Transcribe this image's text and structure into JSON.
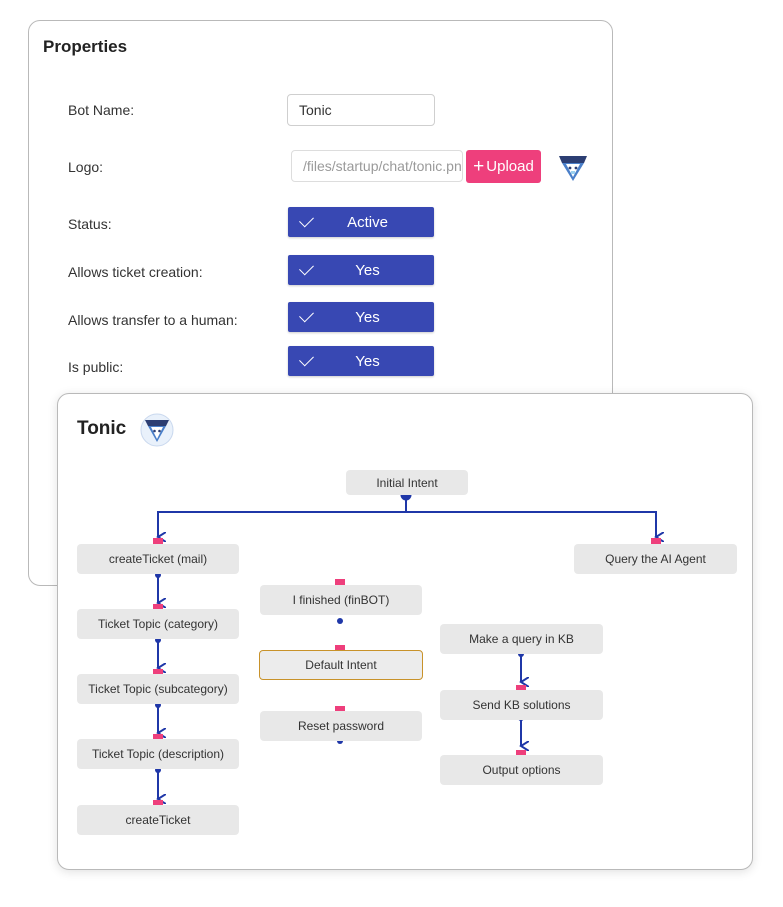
{
  "properties": {
    "title": "Properties",
    "fields": {
      "bot_name": {
        "label": "Bot Name:",
        "value": "Tonic"
      },
      "logo": {
        "label": "Logo:",
        "value": "/files/startup/chat/tonic.png",
        "upload_label": "Upload"
      },
      "status": {
        "label": "Status:",
        "value": "Active"
      },
      "ticket_creation": {
        "label": "Allows ticket creation:",
        "value": "Yes"
      },
      "transfer_human": {
        "label": "Allows transfer to a human:",
        "value": "Yes"
      },
      "is_public": {
        "label": "Is public:",
        "value": "Yes"
      }
    }
  },
  "flow": {
    "title": "Tonic",
    "nodes": {
      "initial_intent": "Initial Intent",
      "create_ticket_mail": "createTicket (mail)",
      "ticket_topic_category": "Ticket Topic (category)",
      "ticket_topic_subcategory": "Ticket Topic (subcategory)",
      "ticket_topic_description": "Ticket Topic (description)",
      "create_ticket": "createTicket",
      "i_finished": "I finished (finBOT)",
      "default_intent": "Default Intent",
      "reset_password": "Reset password",
      "make_query_kb": "Make a query in KB",
      "send_kb_solutions": "Send KB solutions",
      "output_options": "Output options",
      "query_ai_agent": "Query the AI Agent"
    }
  },
  "colors": {
    "accent": "#3848b3",
    "pink": "#ee3f7c",
    "selected_border": "#c8922a",
    "connector": "#1f37a8"
  }
}
